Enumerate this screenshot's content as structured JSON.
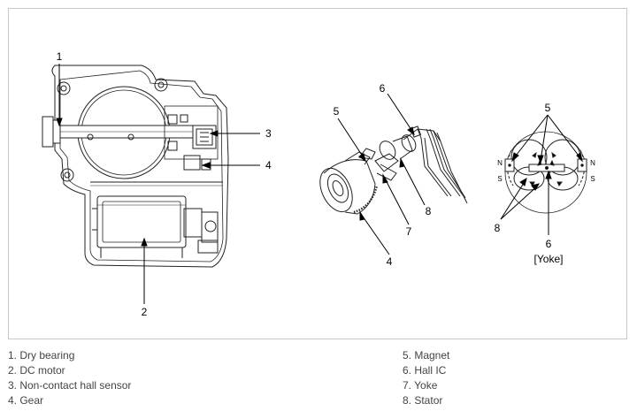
{
  "diagram": {
    "callouts": {
      "c1": "1",
      "c2": "2",
      "c3": "3",
      "c4": "4",
      "c5": "5",
      "c6": "6",
      "c7": "7",
      "c8": "8",
      "c4b": "4",
      "c5b": "5",
      "c6b": "6",
      "c8b": "8"
    },
    "pole_labels": {
      "n_left": "N",
      "s_left": "S",
      "n_right": "N",
      "s_right": "S"
    },
    "yoke_label": "[Yoke]"
  },
  "legend": {
    "left": [
      "1. Dry bearing",
      "2. DC motor",
      "3. Non-contact hall sensor",
      "4. Gear"
    ],
    "right": [
      "5. Magnet",
      "6. Hall IC",
      "7. Yoke",
      "8. Stator"
    ]
  }
}
